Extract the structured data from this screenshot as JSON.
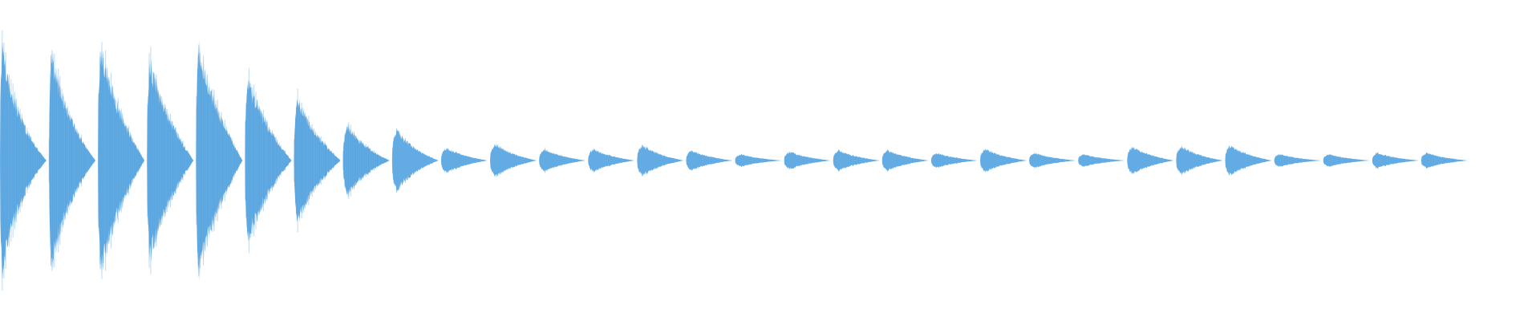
{
  "colors": {
    "background": "#ffffff",
    "waveform": "#5aa7e2",
    "waveform_dark": "#4b98d7"
  },
  "waveform": {
    "segments": [
      {
        "peak": 0.88,
        "attack": 0.05,
        "decay": 0.45
      },
      {
        "peak": 0.84,
        "attack": 0.05,
        "decay": 0.5
      },
      {
        "peak": 0.88,
        "attack": 0.06,
        "decay": 0.55
      },
      {
        "peak": 0.78,
        "attack": 0.06,
        "decay": 0.55
      },
      {
        "peak": 0.9,
        "attack": 0.06,
        "decay": 0.55
      },
      {
        "peak": 0.64,
        "attack": 0.07,
        "decay": 0.55
      },
      {
        "peak": 0.48,
        "attack": 0.08,
        "decay": 0.55
      },
      {
        "peak": 0.28,
        "attack": 0.1,
        "decay": 0.5
      },
      {
        "peak": 0.24,
        "attack": 0.1,
        "decay": 0.5
      },
      {
        "peak": 0.1,
        "attack": 0.12,
        "decay": 0.5
      },
      {
        "peak": 0.13,
        "attack": 0.12,
        "decay": 0.5
      },
      {
        "peak": 0.09,
        "attack": 0.12,
        "decay": 0.5
      },
      {
        "peak": 0.09,
        "attack": 0.12,
        "decay": 0.5
      },
      {
        "peak": 0.12,
        "attack": 0.12,
        "decay": 0.5
      },
      {
        "peak": 0.08,
        "attack": 0.12,
        "decay": 0.5
      },
      {
        "peak": 0.05,
        "attack": 0.12,
        "decay": 0.5
      },
      {
        "peak": 0.07,
        "attack": 0.12,
        "decay": 0.5
      },
      {
        "peak": 0.08,
        "attack": 0.12,
        "decay": 0.5
      },
      {
        "peak": 0.08,
        "attack": 0.12,
        "decay": 0.5
      },
      {
        "peak": 0.06,
        "attack": 0.12,
        "decay": 0.5
      },
      {
        "peak": 0.09,
        "attack": 0.12,
        "decay": 0.5
      },
      {
        "peak": 0.06,
        "attack": 0.12,
        "decay": 0.5
      },
      {
        "peak": 0.05,
        "attack": 0.12,
        "decay": 0.5
      },
      {
        "peak": 0.11,
        "attack": 0.12,
        "decay": 0.5
      },
      {
        "peak": 0.11,
        "attack": 0.12,
        "decay": 0.5
      },
      {
        "peak": 0.12,
        "attack": 0.12,
        "decay": 0.5
      },
      {
        "peak": 0.05,
        "attack": 0.12,
        "decay": 0.5
      },
      {
        "peak": 0.05,
        "attack": 0.12,
        "decay": 0.5
      },
      {
        "peak": 0.06,
        "attack": 0.12,
        "decay": 0.5
      },
      {
        "peak": 0.06,
        "attack": 0.12,
        "decay": 0.5
      }
    ]
  }
}
